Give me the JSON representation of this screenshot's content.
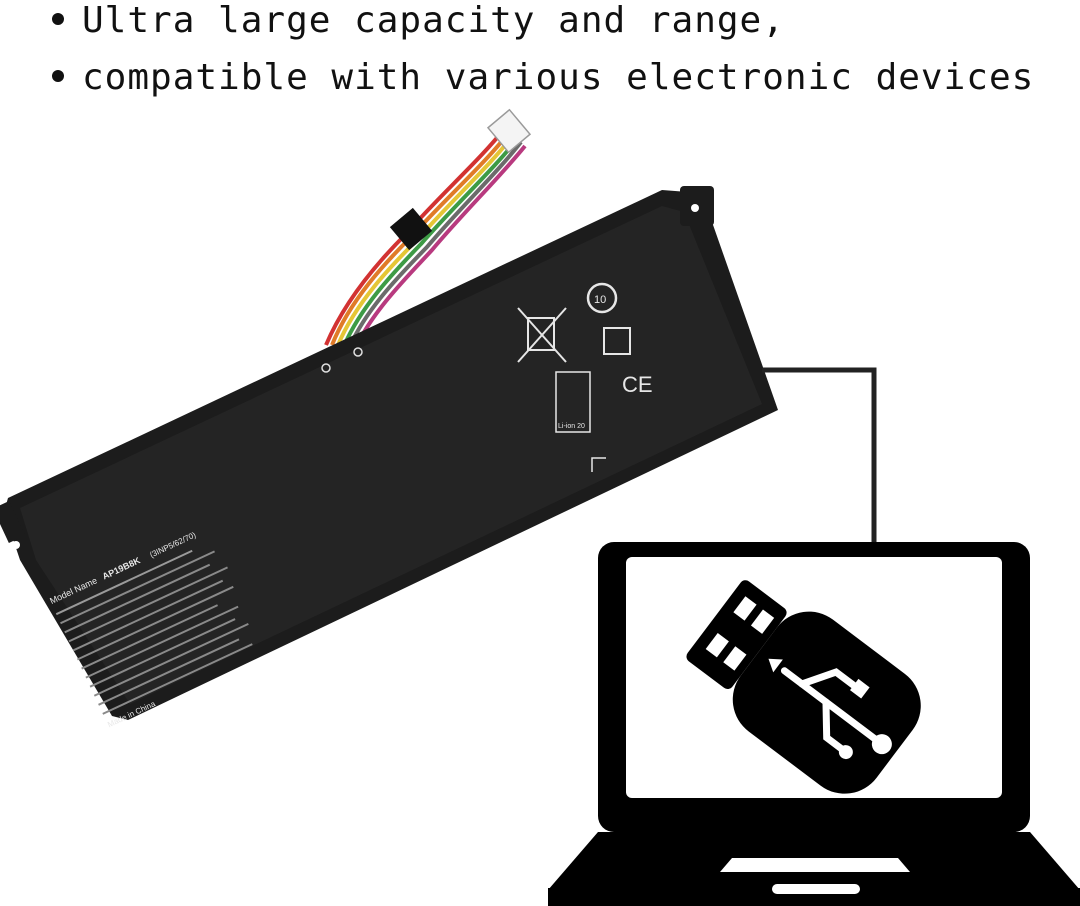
{
  "bullets": [
    "Ultra large capacity and range,",
    "compatible with various electronic devices"
  ],
  "battery_label": {
    "model_name_label": "Model Name",
    "model_name_value": "AP19B8K",
    "cell_config": "(3INP5/62/70)",
    "ce_mark": "CE",
    "recycle_text": "Li-ion 20",
    "made_in": "Made in China"
  },
  "colors": {
    "battery_body": "#1c1c1c",
    "icon_black": "#000000",
    "background": "#ffffff"
  },
  "icons": [
    "battery-image",
    "laptop-icon",
    "usb-drive-icon",
    "connector-cable"
  ]
}
